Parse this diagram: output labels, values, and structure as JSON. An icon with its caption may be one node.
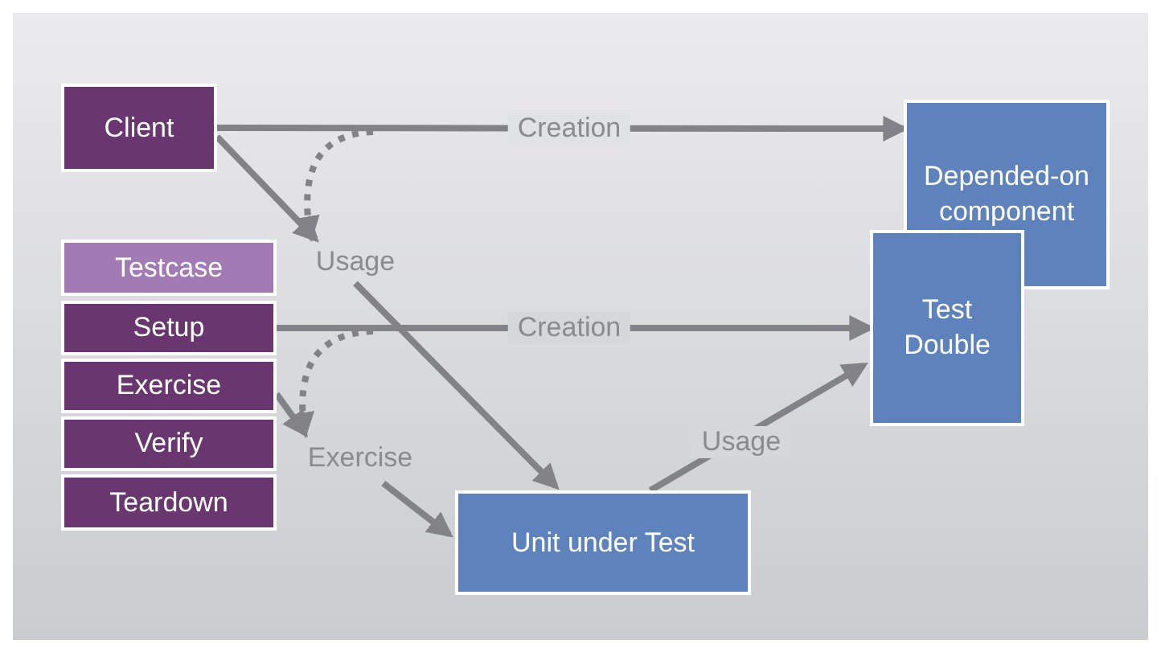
{
  "diagram": {
    "nodes": [
      {
        "text": [
          "Client"
        ]
      },
      {
        "text": [
          "Depended-on component"
        ]
      },
      {
        "text": [
          "Test Double"
        ]
      },
      {
        "text": [
          "Testcase"
        ]
      },
      {
        "text": [
          "Setup"
        ]
      },
      {
        "text": [
          "Exercise"
        ]
      },
      {
        "text": [
          "Verify"
        ]
      },
      {
        "text": [
          "Teardown"
        ]
      },
      {
        "text": [
          "Usage"
        ]
      },
      {
        "text": [
          "Exercise"
        ]
      },
      {
        "text": [
          "Unit under Test"
        ]
      }
    ],
    "edges": [
      {
        "from": 0,
        "to": 1,
        "arrow": "to",
        "label": "Creation"
      },
      {
        "from": 0,
        "to": 8,
        "arrow": "to"
      },
      {
        "from": null,
        "to": 8,
        "arrow": "to",
        "style": "dashed"
      },
      {
        "from": 8,
        "to": 10,
        "arrow": "to"
      },
      {
        "from": 4,
        "to": 2,
        "arrow": "to",
        "label": "Creation"
      },
      {
        "from": 5,
        "to": 9,
        "arrow": "to"
      },
      {
        "from": null,
        "to": 9,
        "arrow": "to",
        "style": "dashed"
      },
      {
        "from": 9,
        "to": 10,
        "arrow": "to"
      },
      {
        "from": 10,
        "to": 2,
        "arrow": "to",
        "label": "Usage"
      }
    ]
  }
}
